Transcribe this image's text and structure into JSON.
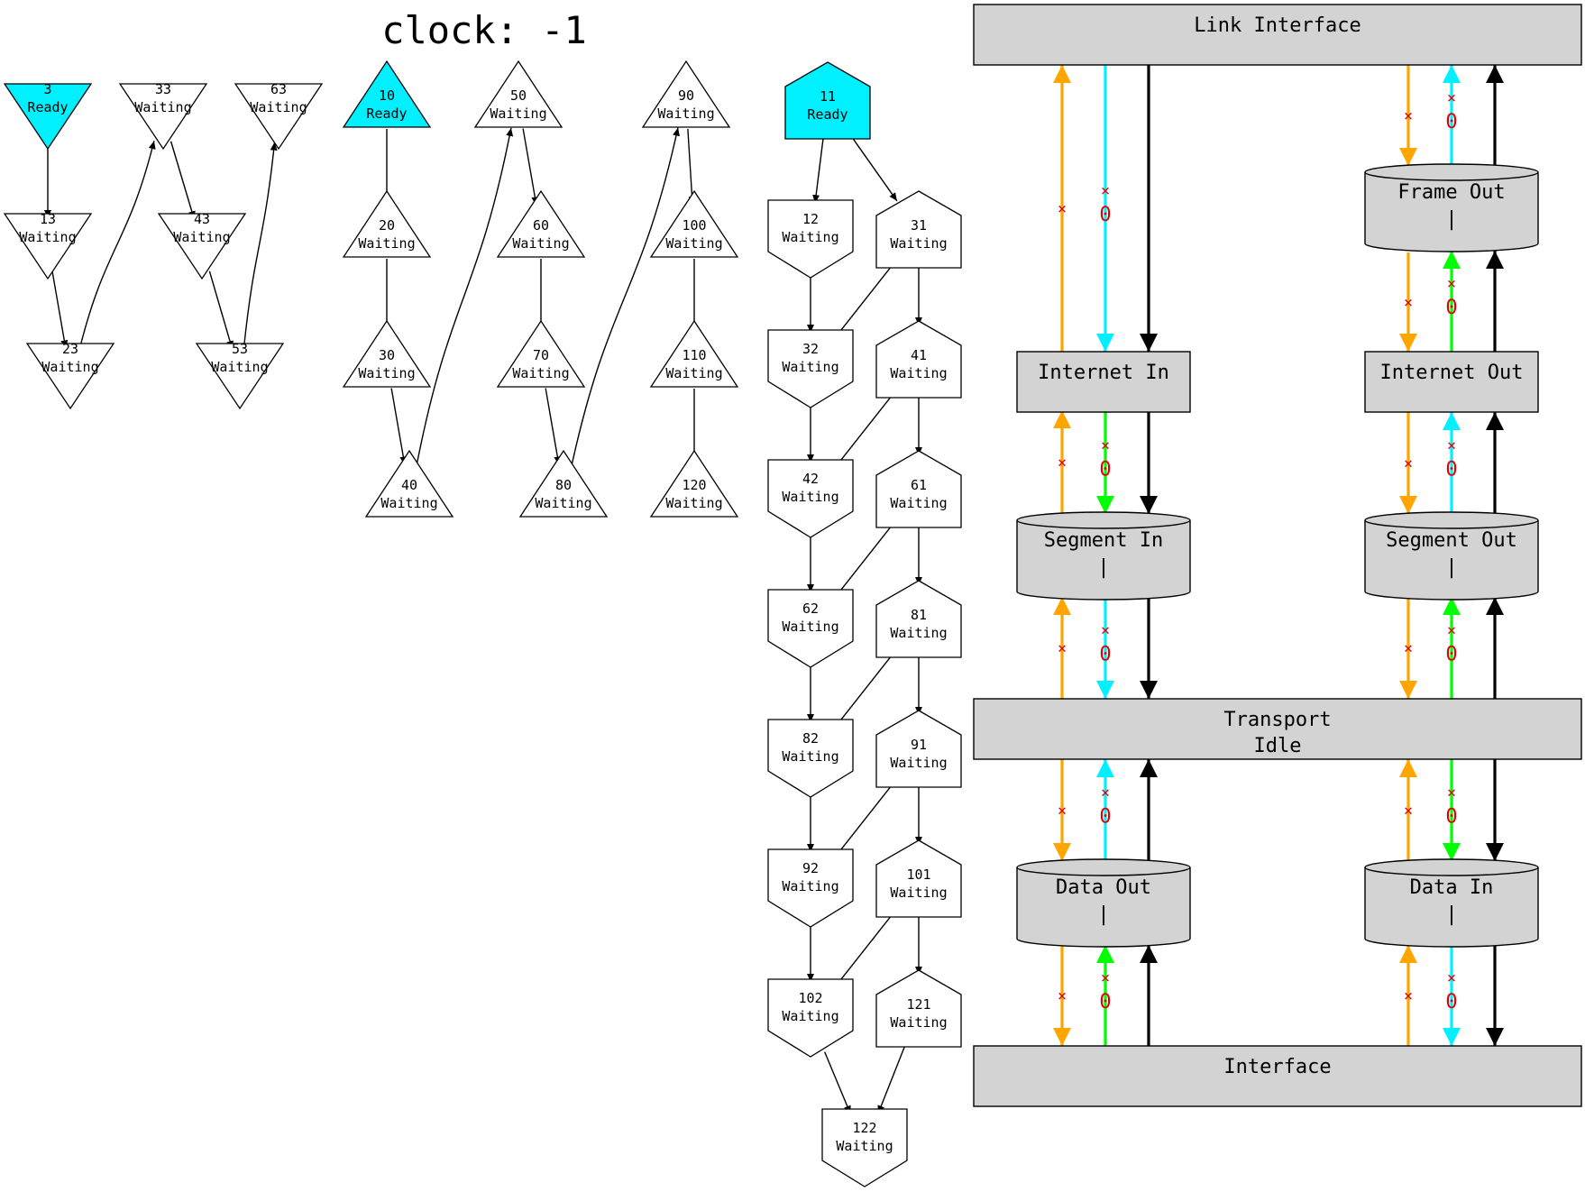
{
  "clock": {
    "label": "clock: -1"
  },
  "colors": {
    "ready": "#00f0ff",
    "waiting": "#ffffff",
    "box": "#d3d3d3",
    "orange": "#ffa500",
    "cyan": "#00f0ff",
    "green": "#00ff00",
    "black": "#000000",
    "mark": "#e00000"
  },
  "graph_nodes": [
    {
      "id": "3",
      "status": "Ready"
    },
    {
      "id": "13",
      "status": "Waiting"
    },
    {
      "id": "23",
      "status": "Waiting"
    },
    {
      "id": "33",
      "status": "Waiting"
    },
    {
      "id": "43",
      "status": "Waiting"
    },
    {
      "id": "53",
      "status": "Waiting"
    },
    {
      "id": "63",
      "status": "Waiting"
    },
    {
      "id": "10",
      "status": "Ready"
    },
    {
      "id": "20",
      "status": "Waiting"
    },
    {
      "id": "30",
      "status": "Waiting"
    },
    {
      "id": "40",
      "status": "Waiting"
    },
    {
      "id": "50",
      "status": "Waiting"
    },
    {
      "id": "60",
      "status": "Waiting"
    },
    {
      "id": "70",
      "status": "Waiting"
    },
    {
      "id": "80",
      "status": "Waiting"
    },
    {
      "id": "90",
      "status": "Waiting"
    },
    {
      "id": "100",
      "status": "Waiting"
    },
    {
      "id": "110",
      "status": "Waiting"
    },
    {
      "id": "120",
      "status": "Waiting"
    },
    {
      "id": "11",
      "status": "Ready"
    },
    {
      "id": "12",
      "status": "Waiting"
    },
    {
      "id": "31",
      "status": "Waiting"
    },
    {
      "id": "32",
      "status": "Waiting"
    },
    {
      "id": "41",
      "status": "Waiting"
    },
    {
      "id": "42",
      "status": "Waiting"
    },
    {
      "id": "61",
      "status": "Waiting"
    },
    {
      "id": "62",
      "status": "Waiting"
    },
    {
      "id": "81",
      "status": "Waiting"
    },
    {
      "id": "82",
      "status": "Waiting"
    },
    {
      "id": "91",
      "status": "Waiting"
    },
    {
      "id": "92",
      "status": "Waiting"
    },
    {
      "id": "101",
      "status": "Waiting"
    },
    {
      "id": "102",
      "status": "Waiting"
    },
    {
      "id": "121",
      "status": "Waiting"
    },
    {
      "id": "122",
      "status": "Waiting"
    }
  ],
  "graph_edges": [
    [
      "3",
      "13"
    ],
    [
      "13",
      "23"
    ],
    [
      "23",
      "33"
    ],
    [
      "33",
      "43"
    ],
    [
      "43",
      "53"
    ],
    [
      "53",
      "63"
    ],
    [
      "10",
      "20"
    ],
    [
      "20",
      "30"
    ],
    [
      "30",
      "40"
    ],
    [
      "40",
      "50"
    ],
    [
      "50",
      "60"
    ],
    [
      "60",
      "70"
    ],
    [
      "70",
      "80"
    ],
    [
      "80",
      "90"
    ],
    [
      "90",
      "100"
    ],
    [
      "100",
      "110"
    ],
    [
      "110",
      "120"
    ],
    [
      "11",
      "12"
    ],
    [
      "11",
      "31"
    ],
    [
      "12",
      "32"
    ],
    [
      "31",
      "32"
    ],
    [
      "31",
      "41"
    ],
    [
      "32",
      "42"
    ],
    [
      "41",
      "42"
    ],
    [
      "41",
      "61"
    ],
    [
      "42",
      "62"
    ],
    [
      "61",
      "62"
    ],
    [
      "61",
      "81"
    ],
    [
      "62",
      "82"
    ],
    [
      "81",
      "82"
    ],
    [
      "81",
      "91"
    ],
    [
      "82",
      "92"
    ],
    [
      "91",
      "92"
    ],
    [
      "91",
      "101"
    ],
    [
      "92",
      "102"
    ],
    [
      "101",
      "102"
    ],
    [
      "101",
      "121"
    ],
    [
      "102",
      "122"
    ],
    [
      "121",
      "122"
    ]
  ],
  "stack": {
    "link_interface": {
      "line1": "Link Interface",
      "line2": ""
    },
    "frame_out": {
      "line1": "Frame Out",
      "line2": "|"
    },
    "internet_in": {
      "line1": "Internet In",
      "line2": ""
    },
    "internet_out": {
      "line1": "Internet Out",
      "line2": ""
    },
    "segment_in": {
      "line1": "Segment In",
      "line2": "|"
    },
    "segment_out": {
      "line1": "Segment Out",
      "line2": "|"
    },
    "transport": {
      "line1": "Transport",
      "line2": "Idle"
    },
    "data_out": {
      "line1": "Data Out",
      "line2": "|"
    },
    "data_in": {
      "line1": "Data In",
      "line2": "|"
    },
    "interface": {
      "line1": "Interface",
      "line2": ""
    }
  },
  "edge_marks": {
    "cross": "×",
    "zero": "0"
  }
}
